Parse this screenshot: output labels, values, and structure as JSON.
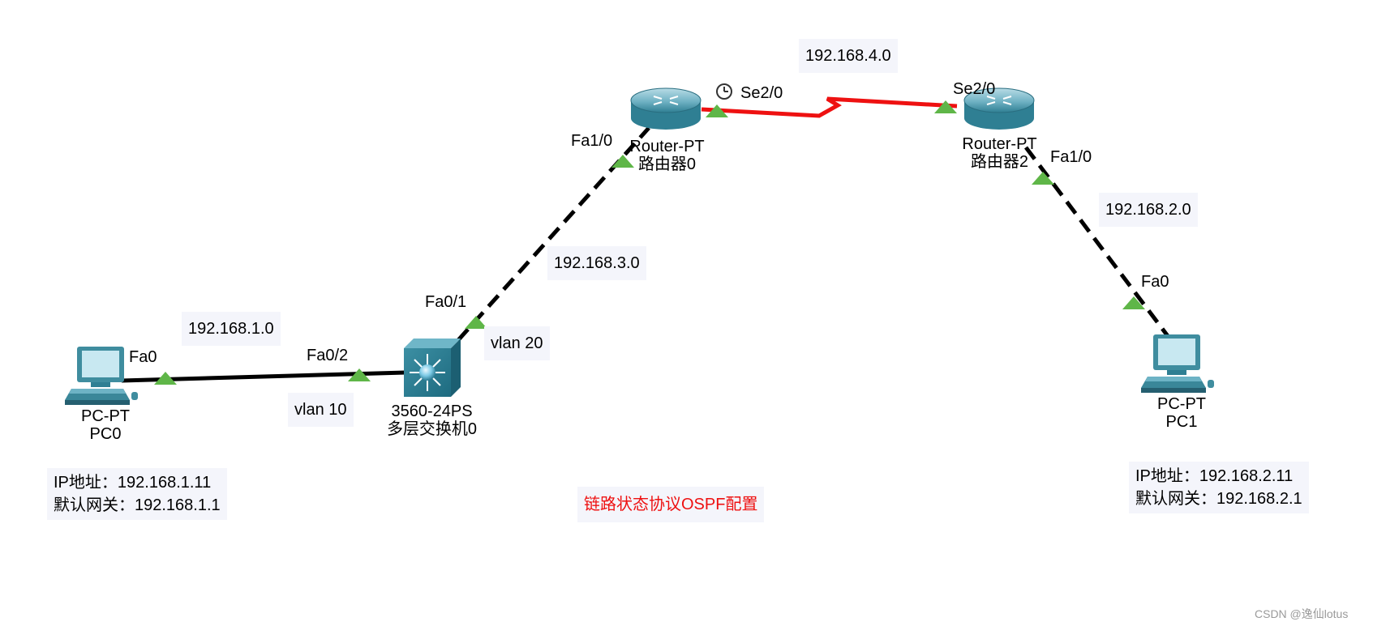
{
  "devices": {
    "pc0": {
      "type": "PC-PT",
      "name": "PC0"
    },
    "pc1": {
      "type": "PC-PT",
      "name": "PC1"
    },
    "switch": {
      "type": "3560-24PS",
      "name": "多层交换机0"
    },
    "router0": {
      "type": "Router-PT",
      "name": "路由器0"
    },
    "router2": {
      "type": "Router-PT",
      "name": "路由器2"
    }
  },
  "ports": {
    "pc0_fa0": "Fa0",
    "sw_fa02": "Fa0/2",
    "sw_fa01": "Fa0/1",
    "r0_fa10": "Fa1/0",
    "r0_se20": "Se2/0",
    "r2_se20": "Se2/0",
    "r2_fa10": "Fa1/0",
    "pc1_fa0": "Fa0"
  },
  "networks": {
    "net1": "192.168.1.0",
    "net2": "192.168.2.0",
    "net3": "192.168.3.0",
    "net4": "192.168.4.0"
  },
  "vlans": {
    "v10": "vlan 10",
    "v20": "vlan 20"
  },
  "pc0_info": {
    "ip": "IP地址：192.168.1.11",
    "gateway": "默认网关：192.168.1.1"
  },
  "pc1_info": {
    "ip": "IP地址：192.168.2.11",
    "gateway": "默认网关：192.168.2.1"
  },
  "caption": "链路状态协议OSPF配置",
  "watermark": "CSDN @逸仙lotus",
  "colors": {
    "serial_link": "#ee1111",
    "ethernet_link": "#000000",
    "port_up": "#5fb648",
    "device_teal": "#3f8d9f",
    "label_bg": "#f4f5fb",
    "caption": "#ee1111"
  }
}
